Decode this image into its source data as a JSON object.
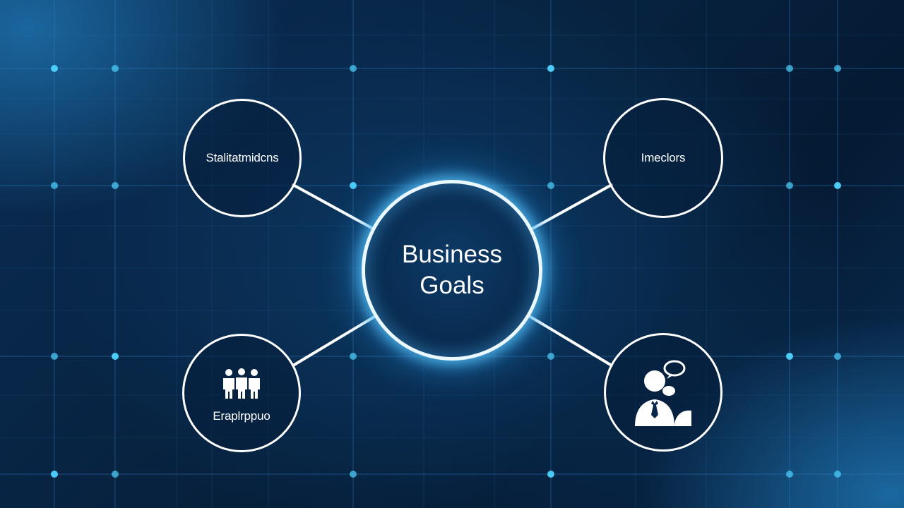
{
  "diagram": {
    "center": {
      "title": "Business Goals"
    },
    "nodes": [
      {
        "id": "top-left",
        "label": "Stalitatmidcns",
        "icon": ""
      },
      {
        "id": "top-right",
        "label": "Imeclors",
        "icon": ""
      },
      {
        "id": "bottom-left",
        "label": "Eraplrppuo",
        "icon": "people-group-icon"
      },
      {
        "id": "bottom-right",
        "label": "",
        "icon": "person-speech-bubble-icon"
      }
    ]
  },
  "colors": {
    "background": "#07223f",
    "node_stroke": "#ffffff",
    "glow": "#5ac8ff",
    "grid_line": "#2f7fc0",
    "grid_dot": "#4fd3ff"
  }
}
